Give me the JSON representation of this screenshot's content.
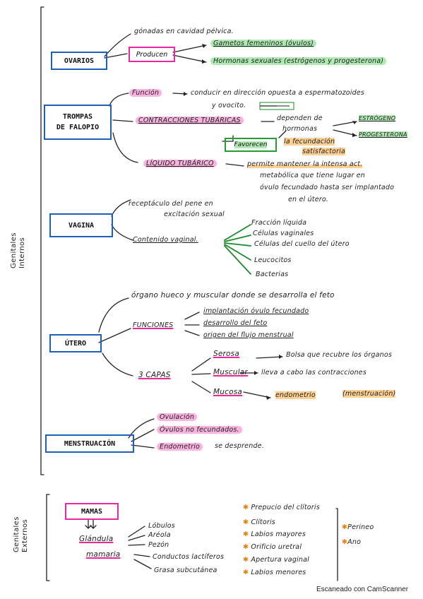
{
  "sidebar": {
    "internos": "Genitales\nInternos",
    "externos": "Genitales\nExternos"
  },
  "ovarios": {
    "title": "OVARIOS",
    "gonadas": "gónadas en cavidad pélvica.",
    "producen": "Producen",
    "gametos": "Gametos femeninos (óvulos)",
    "hormonas": "Hormonas sexuales (estrógenos y progesterona)"
  },
  "trompas": {
    "title_1": "TROMPAS",
    "title_2": "DE FALOPIO",
    "funcion": "Función",
    "funcion_text_1": "conducir en dirección opuesta a espermatozoides",
    "funcion_text_2": "y ovocito.",
    "contracciones": "CONTRACCIONES TUBÁRICAS",
    "dependen_1": "dependen de",
    "dependen_2": "hormonas",
    "estrogeno": "ESTRÓGENO",
    "progesterona": "PROGESTERONA",
    "favorecen": "Favorecen",
    "fecundacion_1": "la fecundación",
    "fecundacion_2": "satisfactoria",
    "liquido": "LÍQUIDO TUBÁRICO",
    "liquido_text_1": "permite mantener la intensa act.",
    "liquido_text_2": "metabólica que tiene lugar en",
    "liquido_text_3": "óvulo fecundado hasta ser implantado",
    "liquido_text_4": "en el útero."
  },
  "vagina": {
    "title": "VAGINA",
    "receptaculo_1": "receptáculo del pene en",
    "receptaculo_2": "excitación sexual",
    "contenido": "Contenido vaginal.",
    "items": [
      "Fracción líquida",
      "Células vaginales",
      "Células del cuello del útero",
      "Leucocitos",
      "Bacterias"
    ]
  },
  "utero": {
    "title": "ÚTERO",
    "organo": "órgano hueco y muscular donde se desarrolla el feto",
    "funciones": "FUNCIONES",
    "func_items": [
      "implantación óvulo fecundado",
      "desarrollo del feto",
      "origen del flujo menstrual"
    ],
    "capas": "3 CAPAS",
    "serosa": "Serosa",
    "serosa_text": "Bolsa que recubre los órganos",
    "muscular": "Muscular",
    "muscular_text": "lleva a cabo las contracciones",
    "mucosa": "Mucosa",
    "mucosa_text": "endometrio",
    "mucosa_paren": "(menstruación)"
  },
  "menstruacion": {
    "title": "MENSTRUACIÓN",
    "items": [
      "Ovulación",
      "Óvulos no fecundados.",
      "Endometrio"
    ],
    "desprende": "se desprende."
  },
  "externos": {
    "mamas": "MAMAS",
    "glandula": "Glándula",
    "mamaria": "mamaria",
    "glandula_items": [
      "Lóbulos",
      "Aréola",
      "Pezón",
      "Conductos lactíferos",
      "Grasa subcutánea"
    ],
    "col2": [
      "Prepucio del clítoris",
      "Clítoris",
      "Labios mayores",
      "Orificio uretral",
      "Apertura vaginal",
      "Labios menores"
    ],
    "col3": [
      "Perineo",
      "Ano"
    ]
  },
  "watermark": "Escaneado con CamScanner",
  "colors": {
    "box": "#1f5fb8",
    "pink": "#ec28a0",
    "orange": "#fa9614",
    "green": "#3cc846"
  }
}
